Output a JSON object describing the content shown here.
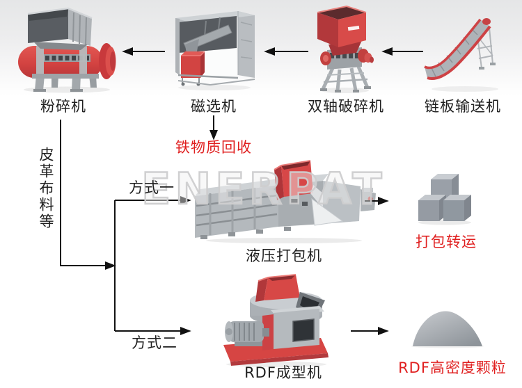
{
  "watermark": {
    "text": "ENERPAT"
  },
  "stations": {
    "crusher": "粉碎机",
    "magnetic_separator": "磁选机",
    "double_shaft_shredder": "双轴破碎机",
    "chain_plate_conveyor": "链板输送机",
    "hydraulic_baler": "液压打包机",
    "rdf_pelletizer": "RDF成型机"
  },
  "outputs": {
    "iron_recovery": "铁物质回收",
    "bale_transfer": "打包转运",
    "rdf_pellets": "RDF高密度颗粒"
  },
  "input": {
    "material": "皮革布料等"
  },
  "branches": {
    "method_one": "方式一",
    "method_two": "方式二"
  },
  "colors": {
    "machine_red": "#d64545",
    "label_red": "#e02020",
    "flow_line": "#111111",
    "label_text": "#1f1f1f",
    "steel_gray": "#aab0b5",
    "watermark_gray": "#d2d2d2"
  }
}
